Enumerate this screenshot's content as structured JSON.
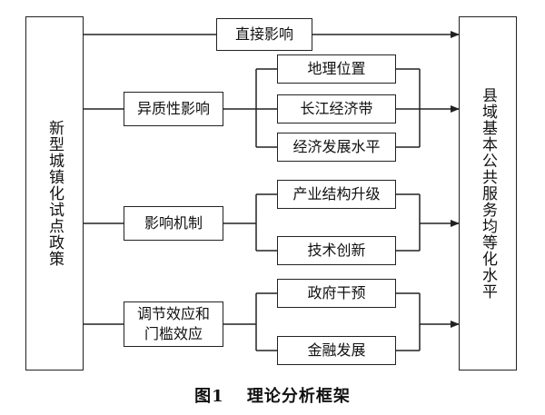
{
  "left_node": "新型城镇化试点政策",
  "right_node": "县域基本公共服务均等化水平",
  "direct_effect": "直接影响",
  "groups": [
    {
      "label": "异质性影响",
      "items": [
        "地理位置",
        "长江经济带",
        "经济发展水平"
      ]
    },
    {
      "label": "影响机制",
      "items": [
        "产业结构升级",
        "技术创新"
      ]
    },
    {
      "label": "调节效应和门槛效应",
      "items": [
        "政府干预",
        "金融发展"
      ]
    }
  ],
  "caption": {
    "number": "图1",
    "title": "理论分析框架"
  }
}
